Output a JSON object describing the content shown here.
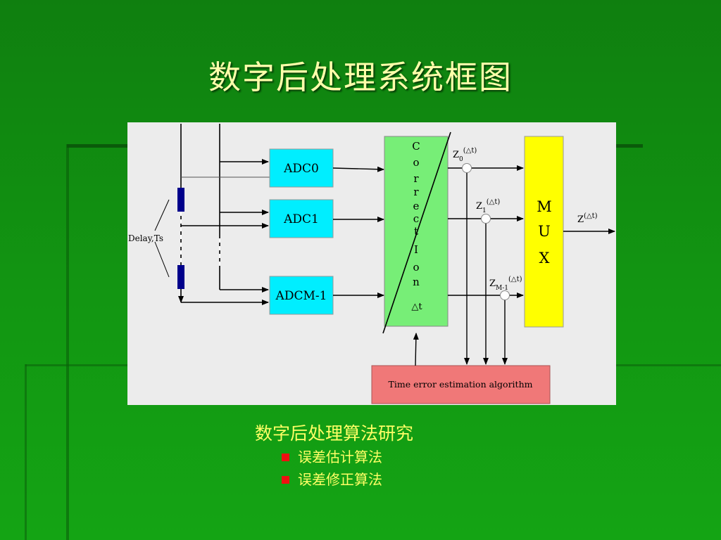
{
  "slide": {
    "title": "数字后处理系统框图",
    "colors": {
      "background": "#129612",
      "title": "#ffffaa",
      "body_text": "#ffff66",
      "bullet": "#ee1111",
      "adc_block": "#00eeff",
      "correction_block": "#77ee77",
      "mux_block": "#ffff00",
      "estimation_block": "#f07878"
    }
  },
  "diagram": {
    "delay_label": "Delay,Ts",
    "adc_blocks": [
      "ADC0",
      "ADC1",
      "ADCM-1"
    ],
    "correction": {
      "letters": [
        "C",
        "o",
        "r",
        "r",
        "e",
        "c",
        "t",
        "I",
        "o",
        "n"
      ],
      "delta": "△t"
    },
    "z_outputs": [
      {
        "base": "Z",
        "sub": "0",
        "sup": "(△t)"
      },
      {
        "base": "Z",
        "sub": "1",
        "sup": "(△t)"
      },
      {
        "base": "Z",
        "sub": "M-1",
        "sup": "(△t)"
      }
    ],
    "mux_letters": [
      "M",
      "U",
      "X"
    ],
    "output_label": {
      "base": "Z",
      "sup": "(△t)"
    },
    "estimation_label": "Time error estimation algorithm"
  },
  "bottom": {
    "heading": "数字后处理算法研究",
    "bullets": [
      "误差估计算法",
      "误差修正算法"
    ]
  }
}
